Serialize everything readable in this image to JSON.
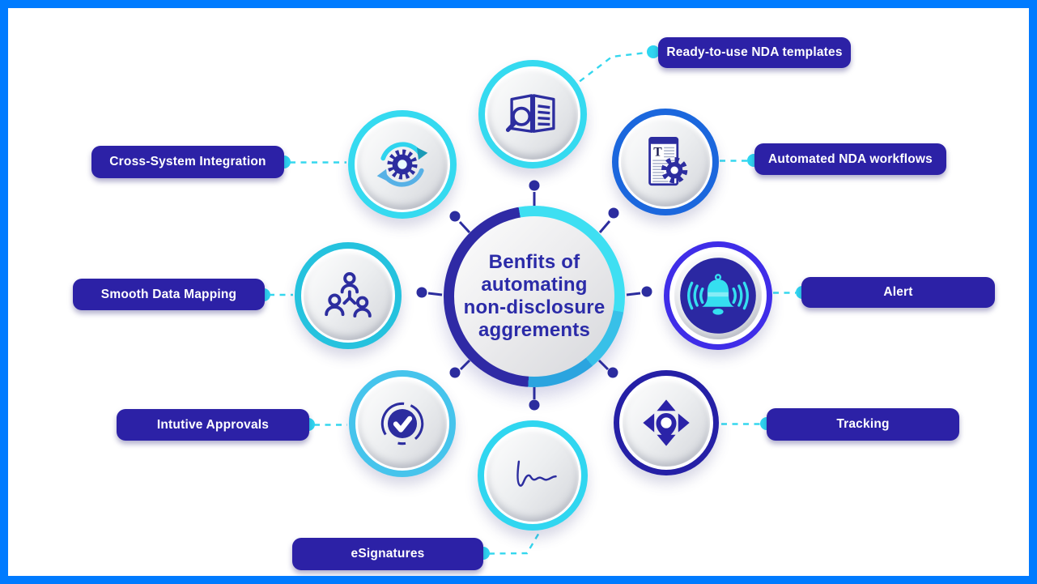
{
  "hub": {
    "lines": [
      "Benfits of",
      "automating",
      "non-disclosure",
      "aggrements"
    ]
  },
  "nodes": [
    {
      "id": "templates",
      "label": "Ready-to-use NDA templates",
      "icon": "book-search-icon"
    },
    {
      "id": "integration",
      "label": "Cross-System Integration",
      "icon": "sync-gear-icon"
    },
    {
      "id": "workflows",
      "label": "Automated NDA workflows",
      "icon": "document-gear-icon"
    },
    {
      "id": "mapping",
      "label": "Smooth Data Mapping",
      "icon": "org-people-icon"
    },
    {
      "id": "alert",
      "label": "Alert",
      "icon": "bell-icon"
    },
    {
      "id": "approvals",
      "label": "Intutive Approvals",
      "icon": "check-badge-icon"
    },
    {
      "id": "tracking",
      "label": "Tracking",
      "icon": "location-tracking-icon"
    },
    {
      "id": "esignatures",
      "label": "eSignatures",
      "icon": "signature-icon"
    }
  ],
  "colors": {
    "frame_blue": "#007bff",
    "label_indigo": "#2c21a6",
    "icon_indigo": "#2c2d9f",
    "hub_text": "#2b2ba8",
    "cyan_ring": "#35daf0",
    "teal_ring": "#25c2de",
    "sky_ring": "#46c4ec",
    "royal_blue_ring": "#1b67dd",
    "violet_ring": "#3f2de8",
    "dark_blue_ring": "#2520a6",
    "connector_cyan": "#35d7ee",
    "bell_cyan": "#35dff0"
  }
}
